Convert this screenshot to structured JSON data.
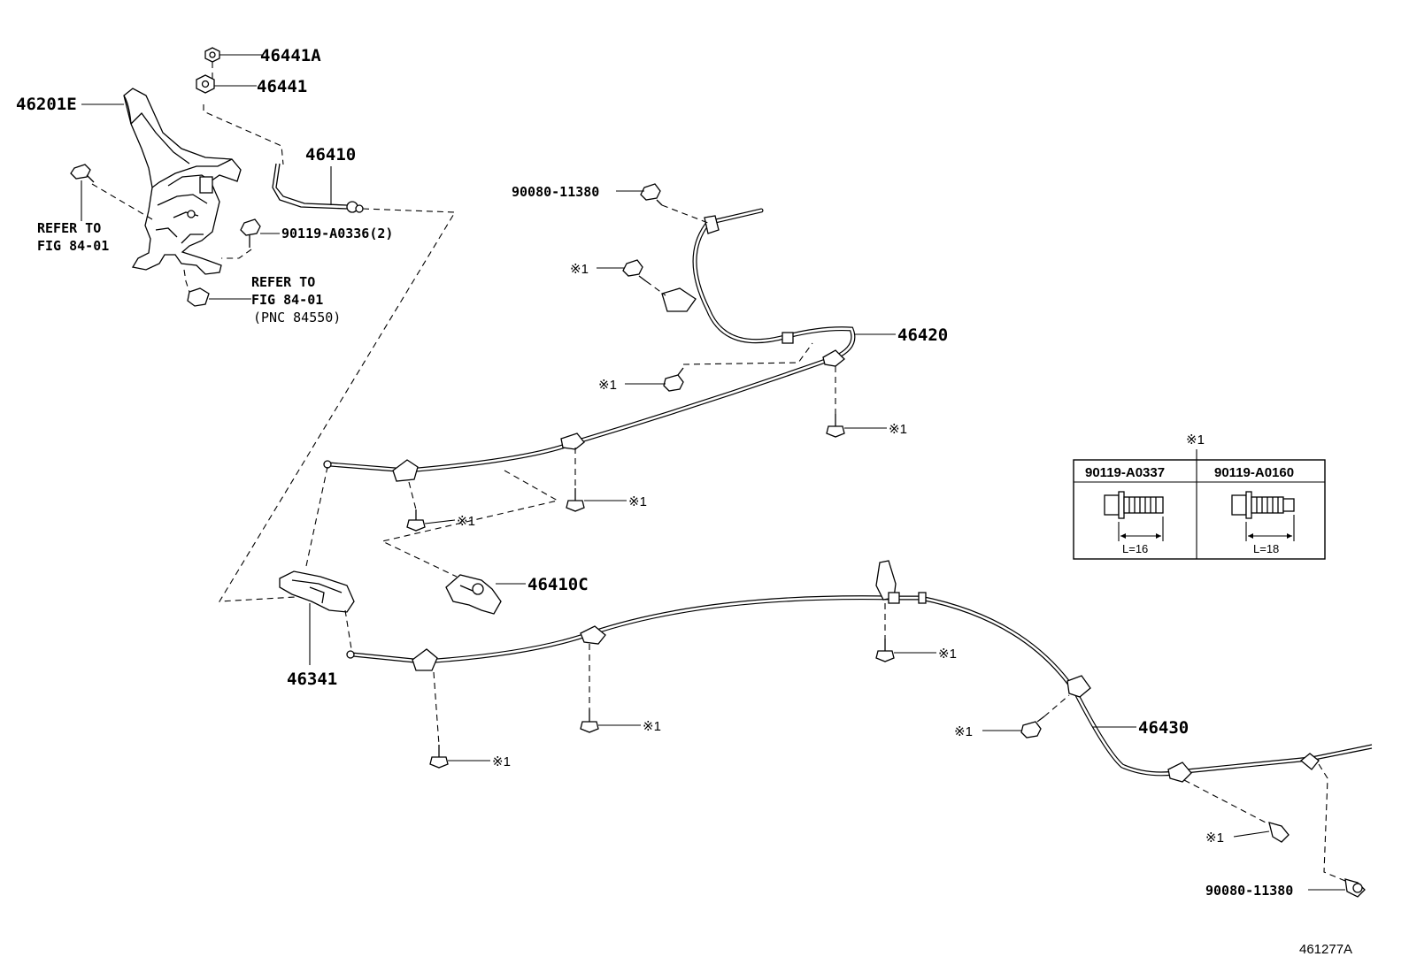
{
  "diagram": {
    "figure_code": "461277A",
    "labels": {
      "p46441A": "46441A",
      "p46441": "46441",
      "p46201E": "46201E",
      "p46410": "46410",
      "p90119_A0336": "90119-A0336(2)",
      "p90080_top": "90080-11380",
      "p46420": "46420",
      "p46410C": "46410C",
      "p46341": "46341",
      "p46430": "46430",
      "p90080_bottom": "90080-11380"
    },
    "refer_left": {
      "line1": "REFER TO",
      "line2": "FIG 84-01"
    },
    "refer_bottom": {
      "line1": "REFER TO",
      "line2": "FIG 84-01",
      "line3": "(PNC 84550)"
    },
    "note_mark": "※1",
    "note_table": {
      "title": "※1",
      "columns": [
        {
          "part": "90119-A0337",
          "length": "L=16"
        },
        {
          "part": "90119-A0160",
          "length": "L=18"
        }
      ]
    }
  }
}
